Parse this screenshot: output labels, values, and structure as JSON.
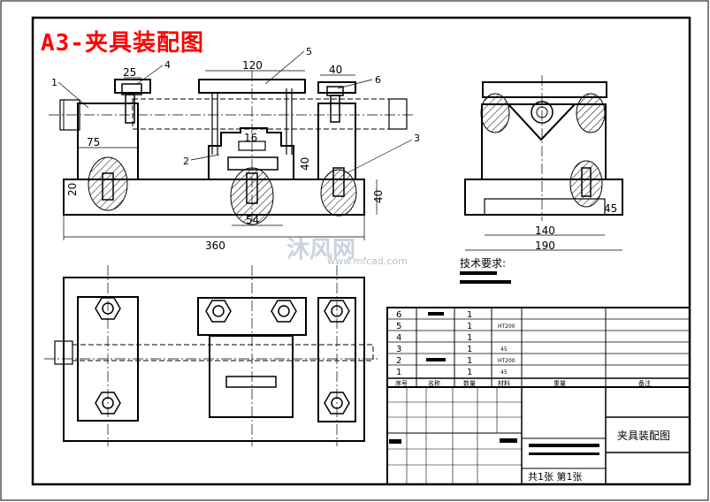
{
  "title": "A3-夹具装配图",
  "watermark": {
    "brand": "沐风网",
    "url": "www.mfcad.com"
  },
  "tech_requirements_label": "技术要求:",
  "dimensions": [
    "25",
    "120",
    "40",
    "75",
    "16",
    "40",
    "20",
    "54",
    "40",
    "360",
    "140",
    "190",
    "45"
  ],
  "part_callouts": [
    "1",
    "2",
    "3",
    "4",
    "5",
    "6"
  ],
  "bom": {
    "headers": [
      "序号",
      "名称",
      "数量",
      "材料",
      "重量",
      "备注"
    ],
    "rows": [
      {
        "no": "6",
        "qty": "1",
        "material": ""
      },
      {
        "no": "5",
        "qty": "1",
        "material": "HT200"
      },
      {
        "no": "4",
        "qty": "1",
        "material": ""
      },
      {
        "no": "3",
        "qty": "1",
        "material": "45"
      },
      {
        "no": "2",
        "qty": "1",
        "material": "HT200"
      },
      {
        "no": "1",
        "qty": "1",
        "material": "45"
      }
    ]
  },
  "title_block": {
    "drawing_name": "夹具装配图",
    "sheet_info": "共1张 第1张"
  }
}
